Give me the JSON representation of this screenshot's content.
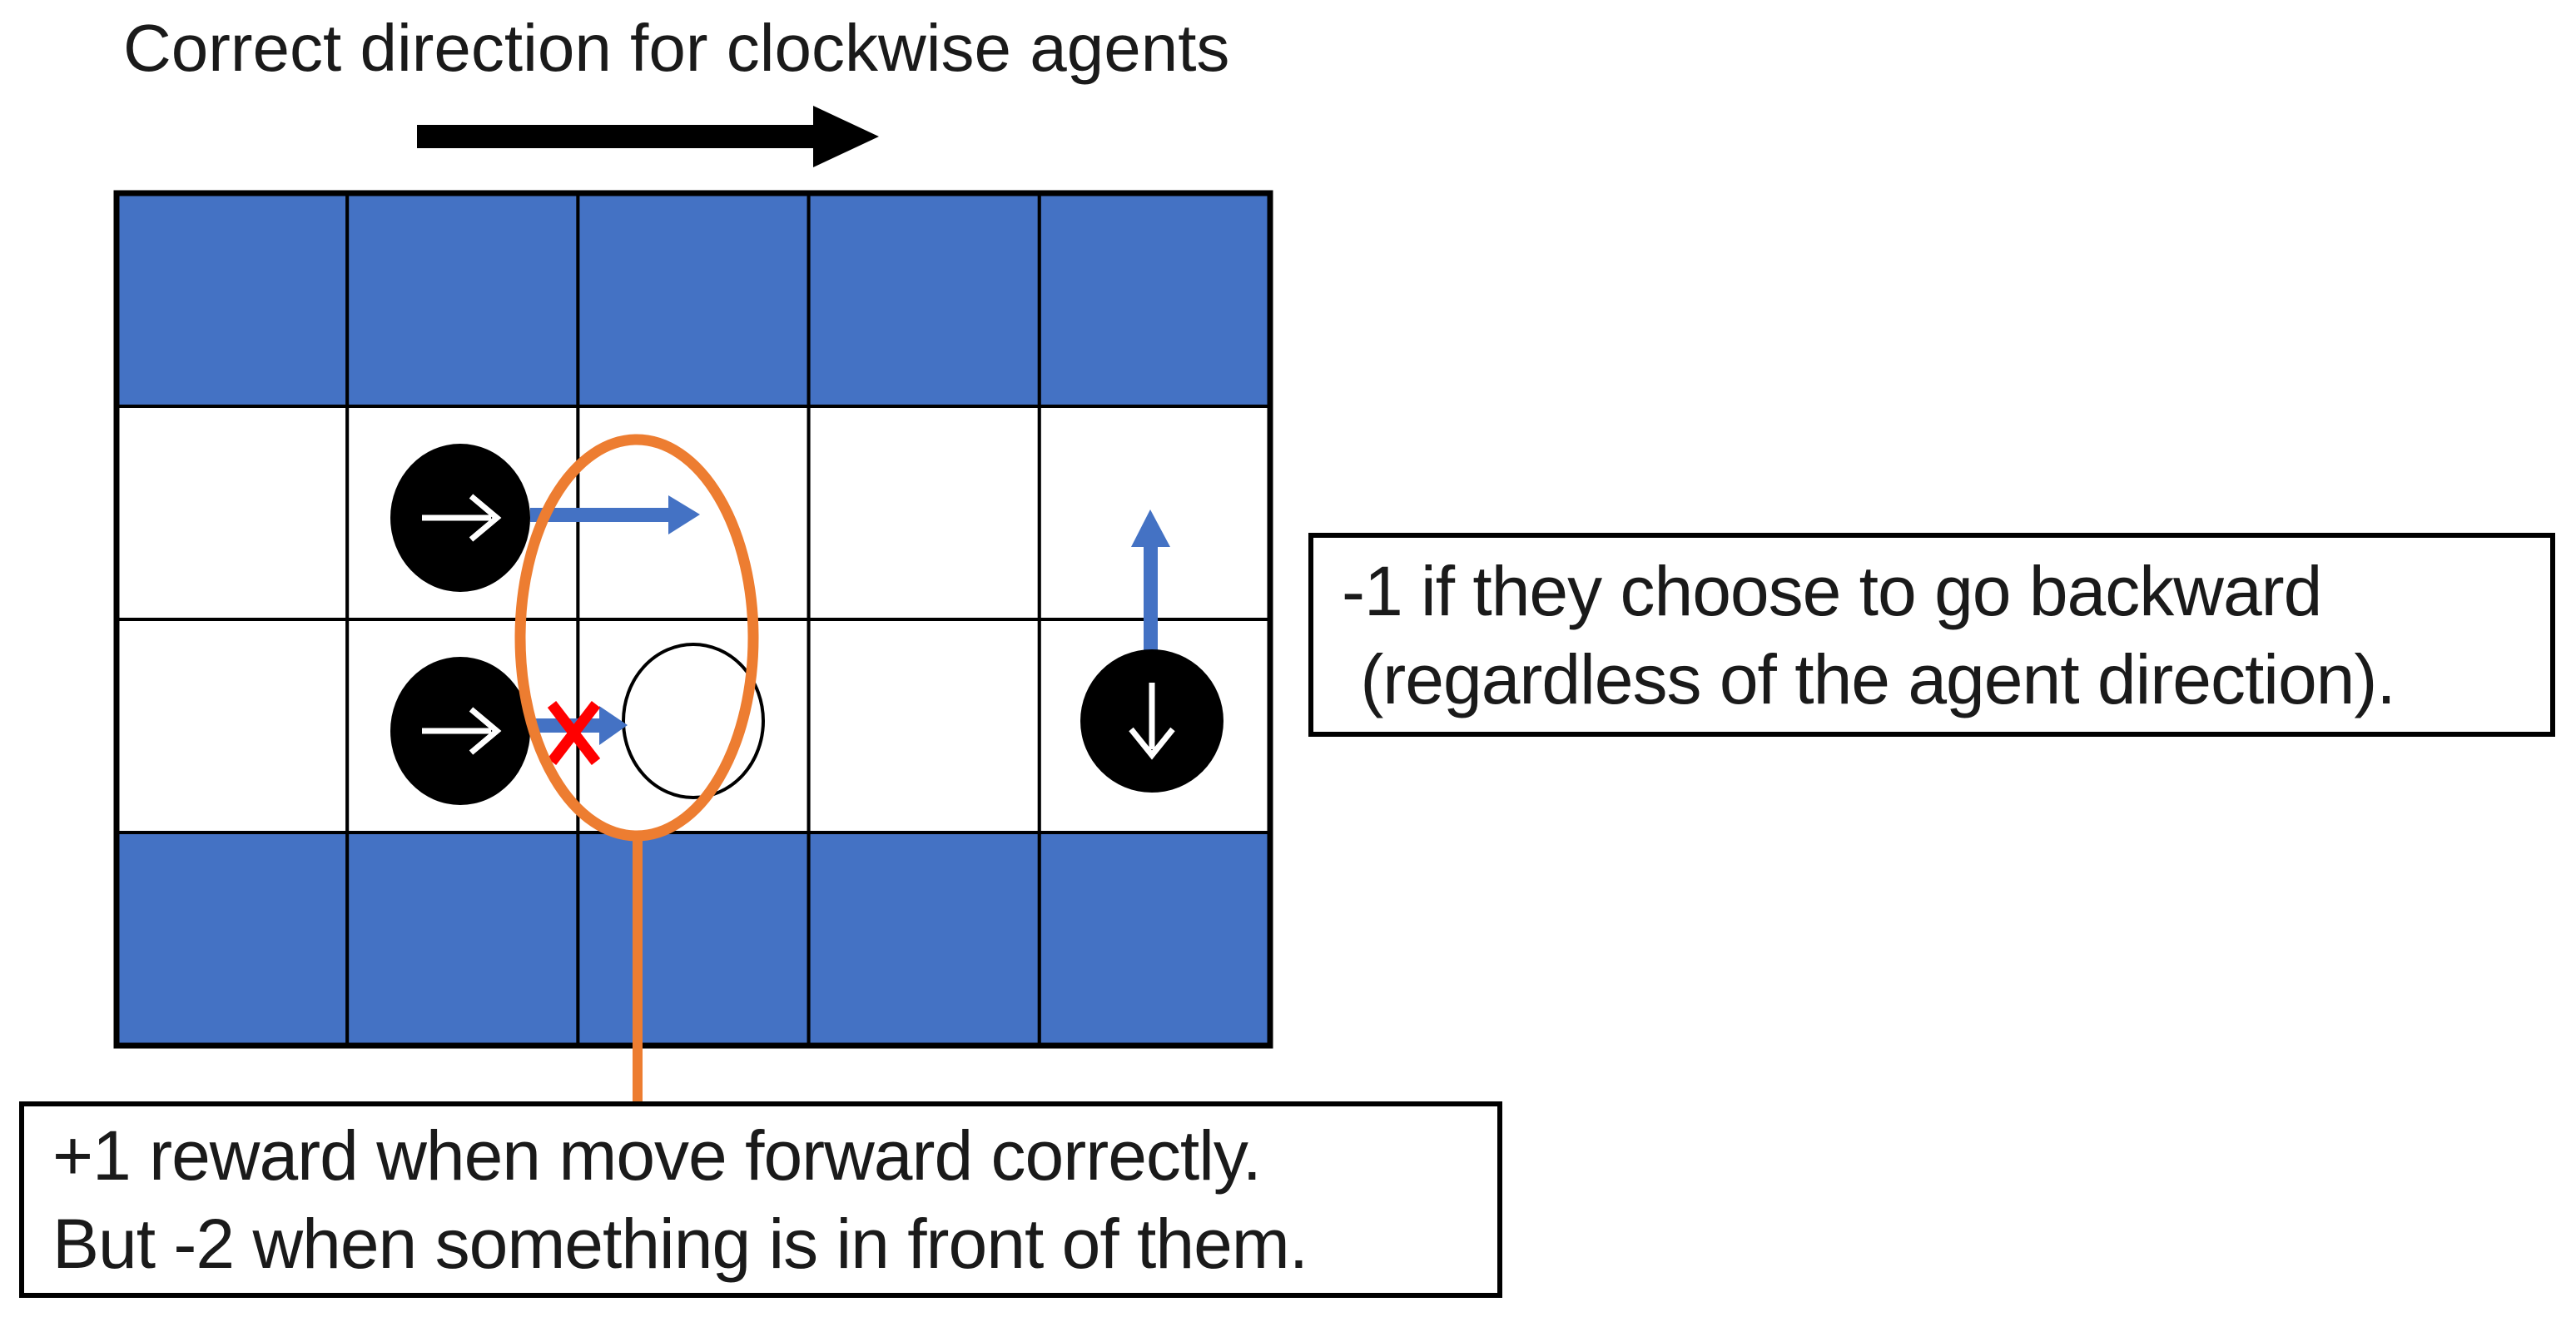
{
  "title": "Correct direction for clockwise agents",
  "notes": {
    "backward": {
      "line1": "-1 if they choose to go backward",
      "line2": " (regardless of the agent direction)."
    },
    "forward": {
      "line1": "+1 reward when move forward correctly.",
      "line2": "But -2 when something is in front of them."
    }
  },
  "grid": {
    "cols": 5,
    "rows": 4,
    "row_colors": [
      "blue",
      "white",
      "white",
      "blue"
    ]
  },
  "agents": [
    {
      "cell": "row2-col2",
      "facing": "right"
    },
    {
      "cell": "row3-col2",
      "facing": "right"
    },
    {
      "cell": "row3-col5",
      "facing": "down"
    }
  ],
  "markers": {
    "clockwise_direction": "right",
    "blocked_move": "x-cross",
    "ghost_agent_cell": "row3-col3",
    "highlighted_cells": "column-3 white rows"
  },
  "colors": {
    "cell_blue": "#4472C4",
    "arrow_blue": "#4472C4",
    "highlight_orange": "#ED7D31",
    "cross_red": "#FF0000",
    "border_black": "#000000"
  }
}
